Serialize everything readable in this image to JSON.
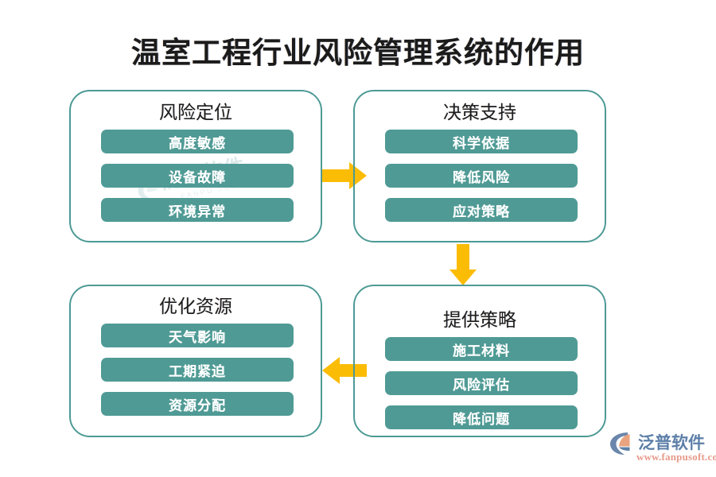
{
  "page": {
    "title": "温室工程行业风险管理系统的作用",
    "background_color": "#FFFFFF"
  },
  "theme": {
    "box_border_color": "#4D9A95",
    "pill_color": "#4F9A95",
    "pill_text_color": "#FFFFFF",
    "arrow_color": "#FBBC05",
    "title_color": "#1B1B1B",
    "watermark_color": "#8FB8BD"
  },
  "diagram": {
    "type": "cycle-flow",
    "nodes": [
      {
        "id": "risk-location",
        "title": "风险定位",
        "items": [
          "高度敏感",
          "设备故障",
          "环境异常"
        ]
      },
      {
        "id": "decision-support",
        "title": "决策支持",
        "items": [
          "科学依据",
          "降低风险",
          "应对策略"
        ]
      },
      {
        "id": "optimize-resource",
        "title": "优化资源",
        "items": [
          "天气影响",
          "工期紧迫",
          "资源分配"
        ]
      },
      {
        "id": "provide-strategy",
        "title": "提供策略",
        "items": [
          "施工材料",
          "风险评估",
          "降低问题"
        ]
      }
    ],
    "arrows": [
      {
        "id": "risk-to-decision",
        "direction": "right",
        "from": "risk-location",
        "to": "decision-support"
      },
      {
        "id": "decision-to-strategy",
        "direction": "down",
        "from": "decision-support",
        "to": "provide-strategy"
      },
      {
        "id": "strategy-to-optimize",
        "direction": "left",
        "from": "provide-strategy",
        "to": "optimize-resource"
      }
    ]
  },
  "watermark": {
    "text": "泛普软件",
    "subtext": "FANPU SOFTWARE"
  },
  "brand": {
    "name": "泛普软件",
    "url": "www.fanpusoft.com",
    "mark_icon": "fanpu-swoosh-icon"
  }
}
